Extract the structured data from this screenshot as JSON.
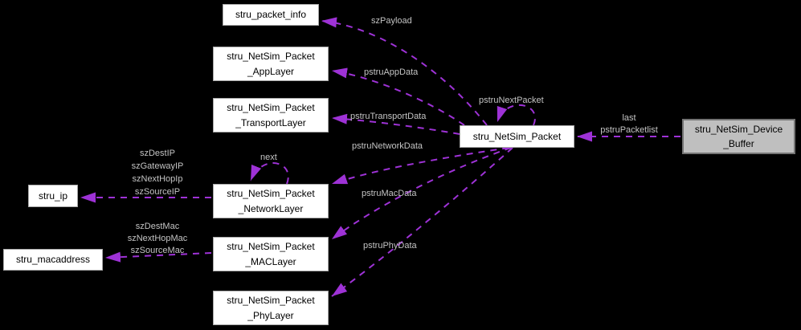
{
  "colors": {
    "background": "#000000",
    "edge": "#9e32d6",
    "edge_label_text": "#c4c4c4",
    "node_bg": "#ffffff",
    "node_text": "#000000",
    "highlight_node_bg": "#bfbfbf"
  },
  "nodes": {
    "packet_info": {
      "label": "stru_packet_info"
    },
    "app_layer": {
      "label": "stru_NetSim_Packet\n_AppLayer"
    },
    "transport_layer": {
      "label": "stru_NetSim_Packet\n_TransportLayer"
    },
    "ip": {
      "label": "stru_ip"
    },
    "network_layer": {
      "label": "stru_NetSim_Packet\n_NetworkLayer"
    },
    "macaddress": {
      "label": "stru_macaddress"
    },
    "mac_layer": {
      "label": "stru_NetSim_Packet\n_MACLayer"
    },
    "phy_layer": {
      "label": "stru_NetSim_Packet\n_PhyLayer"
    },
    "netsim_packet": {
      "label": "stru_NetSim_Packet"
    },
    "device_buffer": {
      "label": "stru_NetSim_Device\n_Buffer"
    }
  },
  "edge_labels": {
    "payload": "szPayload",
    "app_data": "pstruAppData",
    "transport_data": "pstruTransportData",
    "next_packet": "pstruNextPacket",
    "network_data": "pstruNetworkData",
    "mac_data": "pstruMacData",
    "phy_data": "pstruPhyData",
    "packetlist": "last\npstruPacketlist",
    "next": "next",
    "ip_fields": "szDestIP\nszGatewayIP\nszNextHopIp\nszSourceIP",
    "mac_fields": "szDestMac\nszNextHopMac\nszSourceMac"
  }
}
